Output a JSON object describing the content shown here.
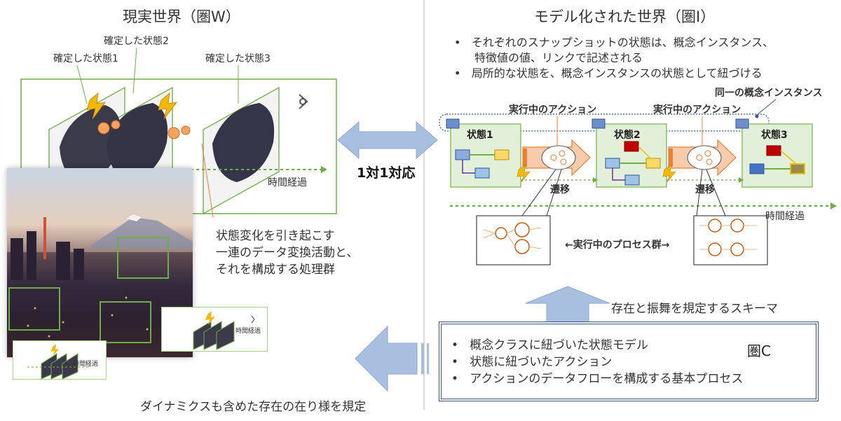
{
  "left": {
    "title": "現実世界（圏W）",
    "confirmed_states": [
      "確定した状態1",
      "確定した状態2",
      "確定した状態3"
    ],
    "time_label": "時間経過",
    "description": [
      "状態変化を引き起こす",
      "一連のデータ変換活動と、",
      "それを構成する処理群"
    ],
    "small_time_label_1": "時間経過",
    "small_time_label_2": "時間経過"
  },
  "center": {
    "correspondence": "1対1対応"
  },
  "right": {
    "title": "モデル化された世界（圏I）",
    "bullets": [
      "それぞれのスナップショットの状態は、概念インスタンス、",
      "特徴値の値、リンクで記述される",
      "局所的な状態を、概念インスタンスの状態として紐づける"
    ],
    "same_instance_label": "同一の概念インスタンス",
    "running_action_1": "実行中のアクション",
    "running_action_2": "実行中のアクション",
    "states": [
      "状態1",
      "状態2",
      "状態3"
    ],
    "transition_1": "遷移",
    "transition_2": "遷移",
    "time_label": "時間経過",
    "process_group": "←実行中のプロセス群→"
  },
  "schema": {
    "top_caption": "存在と振舞を規定するスキーマ",
    "bullets": [
      "概念クラスに紐づいた状態モデル",
      "状態に紐づいたアクション",
      "アクションのデータフローを構成する基本プロセス"
    ],
    "category": "圏C",
    "bottom_caption": "ダイナミクスも含めた存在の在り様を規定"
  },
  "colors": {
    "state_fill": "#e2efd9",
    "state_border": "#8cbf6a",
    "arrow_blue": "#a9bfe0",
    "timeline_green": "#70ad47",
    "action_orange": "#ed7d31",
    "schema_border": "#3a4f7a"
  }
}
